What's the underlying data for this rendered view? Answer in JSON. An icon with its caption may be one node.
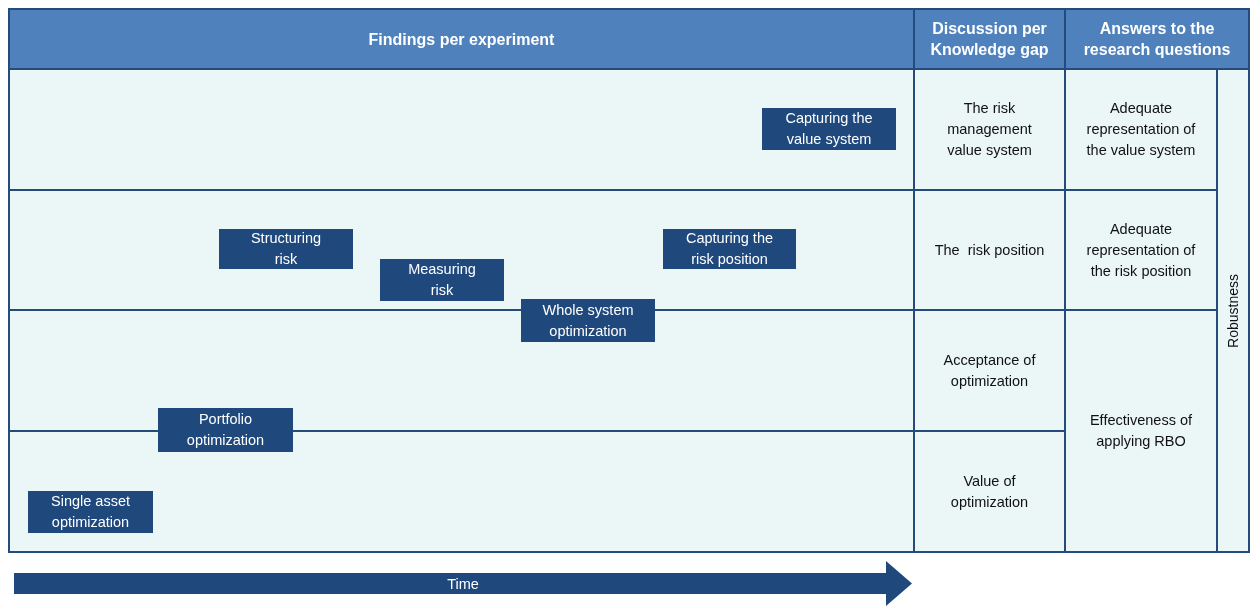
{
  "diagram": {
    "nodes": [
      {
        "text": [
          "Findings per experiment"
        ]
      },
      {
        "text": [
          "Discussion per Knowledge gap"
        ]
      },
      {
        "text": [
          "Answers to the research questions"
        ]
      },
      {
        "text": [],
        "shape": "box"
      },
      {
        "text": [
          "Capturing the value system"
        ],
        "in": 3
      },
      {
        "text": [
          "The risk management value system"
        ]
      },
      {
        "text": [
          "Adequate representation of the value system"
        ]
      },
      {
        "text": [
          "Robustness"
        ]
      },
      {
        "text": [],
        "shape": "box"
      },
      {
        "text": [
          "Structuring risk"
        ],
        "in": 8
      },
      {
        "text": [
          "Measuring risk"
        ],
        "in": 8
      },
      {
        "text": [
          "Capturing the risk position"
        ],
        "in": 8
      },
      {
        "text": [
          "The  risk position"
        ]
      },
      {
        "text": [
          "Adequate representation of the risk position"
        ]
      },
      {
        "text": [],
        "shape": "box"
      },
      {
        "text": [
          "Whole system optimization"
        ]
      },
      {
        "text": [
          "Acceptance of optimization"
        ]
      },
      {
        "text": [
          "Effectiveness of applying RBO"
        ]
      },
      {
        "text": [],
        "shape": "box"
      },
      {
        "text": [
          "Portfolio optimization"
        ]
      },
      {
        "text": [
          "Single asset optimization"
        ],
        "in": 18
      },
      {
        "text": [
          "Value of optimization"
        ]
      },
      {
        "text": [
          "Time"
        ]
      }
    ],
    "edges": []
  }
}
